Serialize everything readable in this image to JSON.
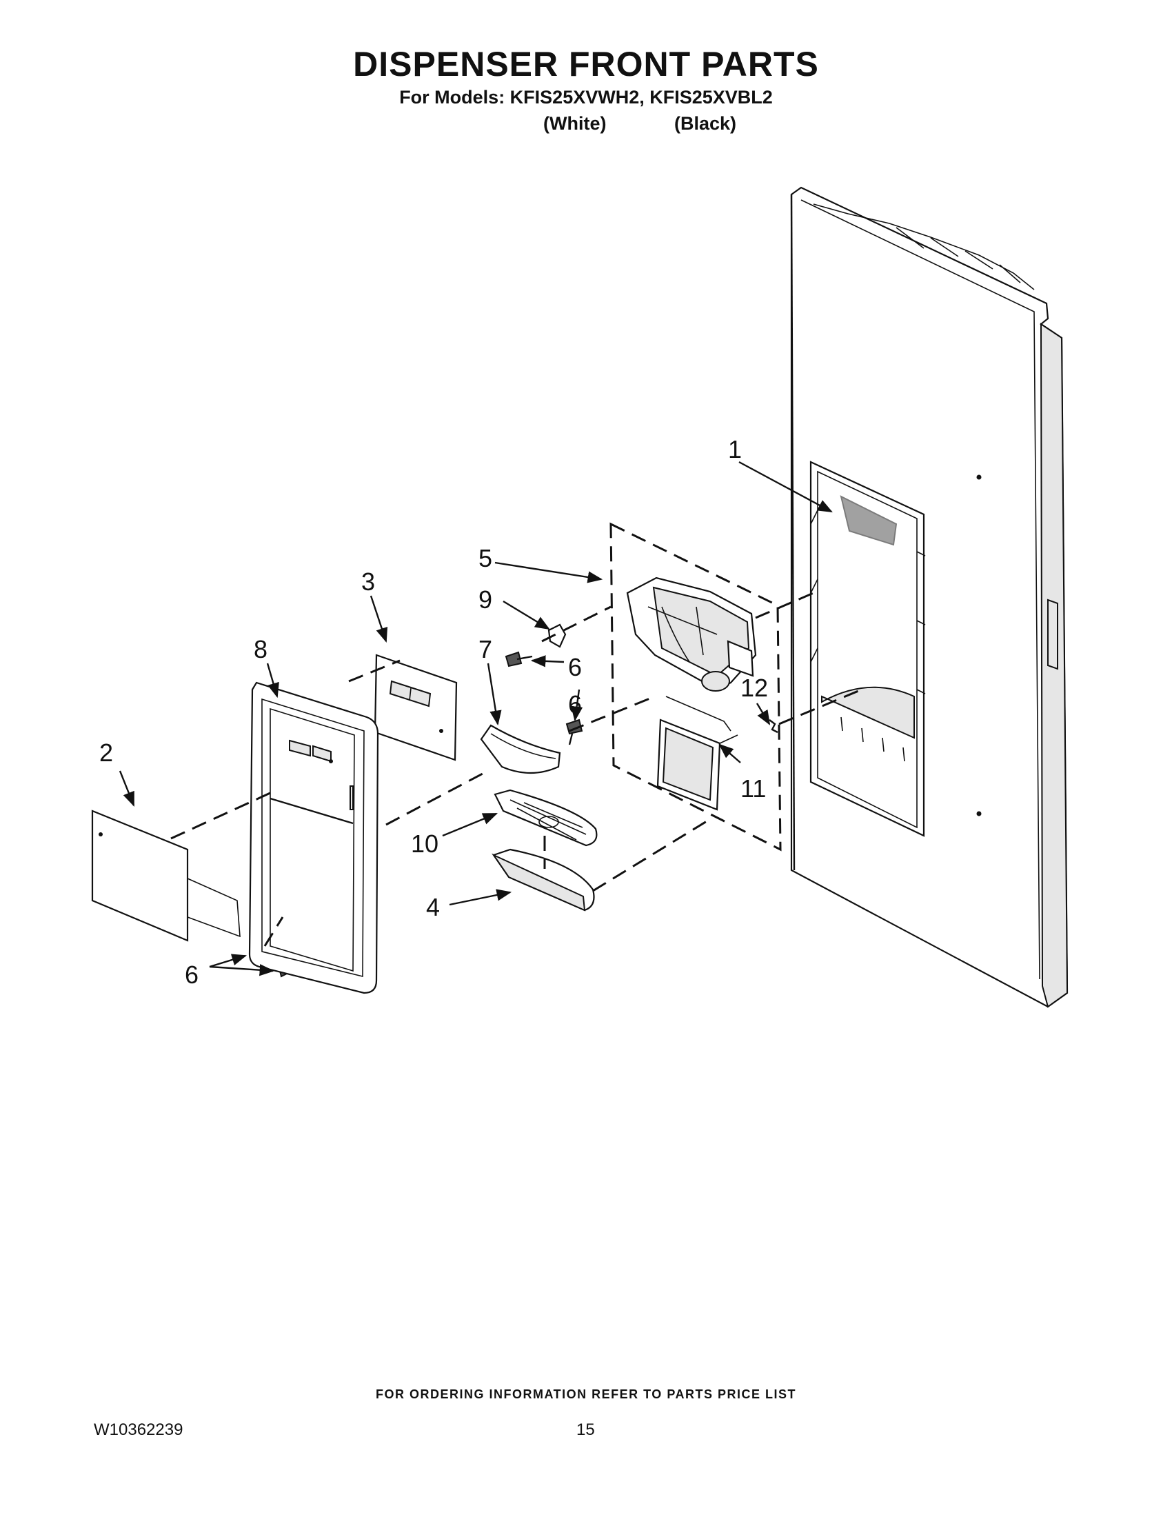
{
  "header": {
    "title": "DISPENSER FRONT PARTS",
    "subtitle": "For Models: KFIS25XVWH2, KFIS25XVBL2",
    "variant_white": "(White)",
    "variant_black": "(Black)"
  },
  "callouts": {
    "c1": "1",
    "c2": "2",
    "c3": "3",
    "c4": "4",
    "c5": "5",
    "c6a": "6",
    "c6b": "6",
    "c6c": "6",
    "c7": "7",
    "c8": "8",
    "c9": "9",
    "c10": "10",
    "c11": "11",
    "c12": "12"
  },
  "footer": {
    "note": "FOR ORDERING INFORMATION REFER TO PARTS PRICE LIST",
    "doc_number": "W10362239",
    "page_number": "15"
  }
}
